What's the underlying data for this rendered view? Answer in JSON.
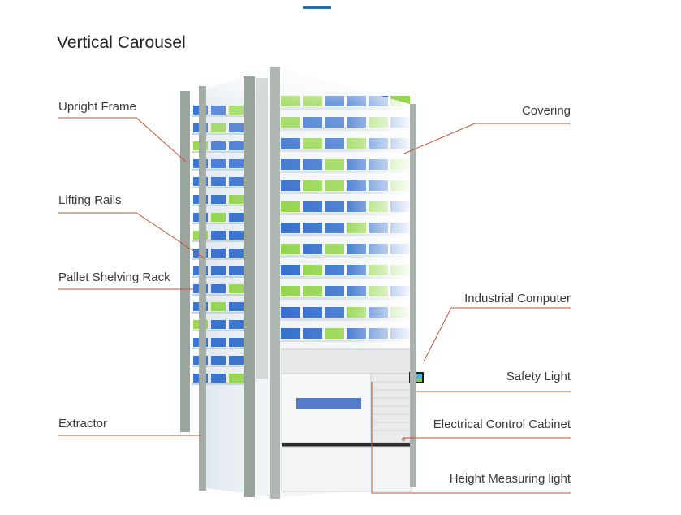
{
  "title": "Vertical Carousel",
  "colors": {
    "accent": "#2f6aa3",
    "leader_line": "#c0522f",
    "frame": "#9aa59d",
    "bin_blue": "#1f5fc8",
    "bin_green": "#8ad13a",
    "cabinet": "#f1f2f2"
  },
  "labels_left": [
    "Upright Frame",
    "Lifting Rails",
    "Pallet Shelving Rack",
    "Extractor"
  ],
  "labels_right": [
    "Covering",
    "Industrial Computer",
    "Safety Light",
    "Electrical Control Cabinet",
    "Height Measuring light"
  ]
}
